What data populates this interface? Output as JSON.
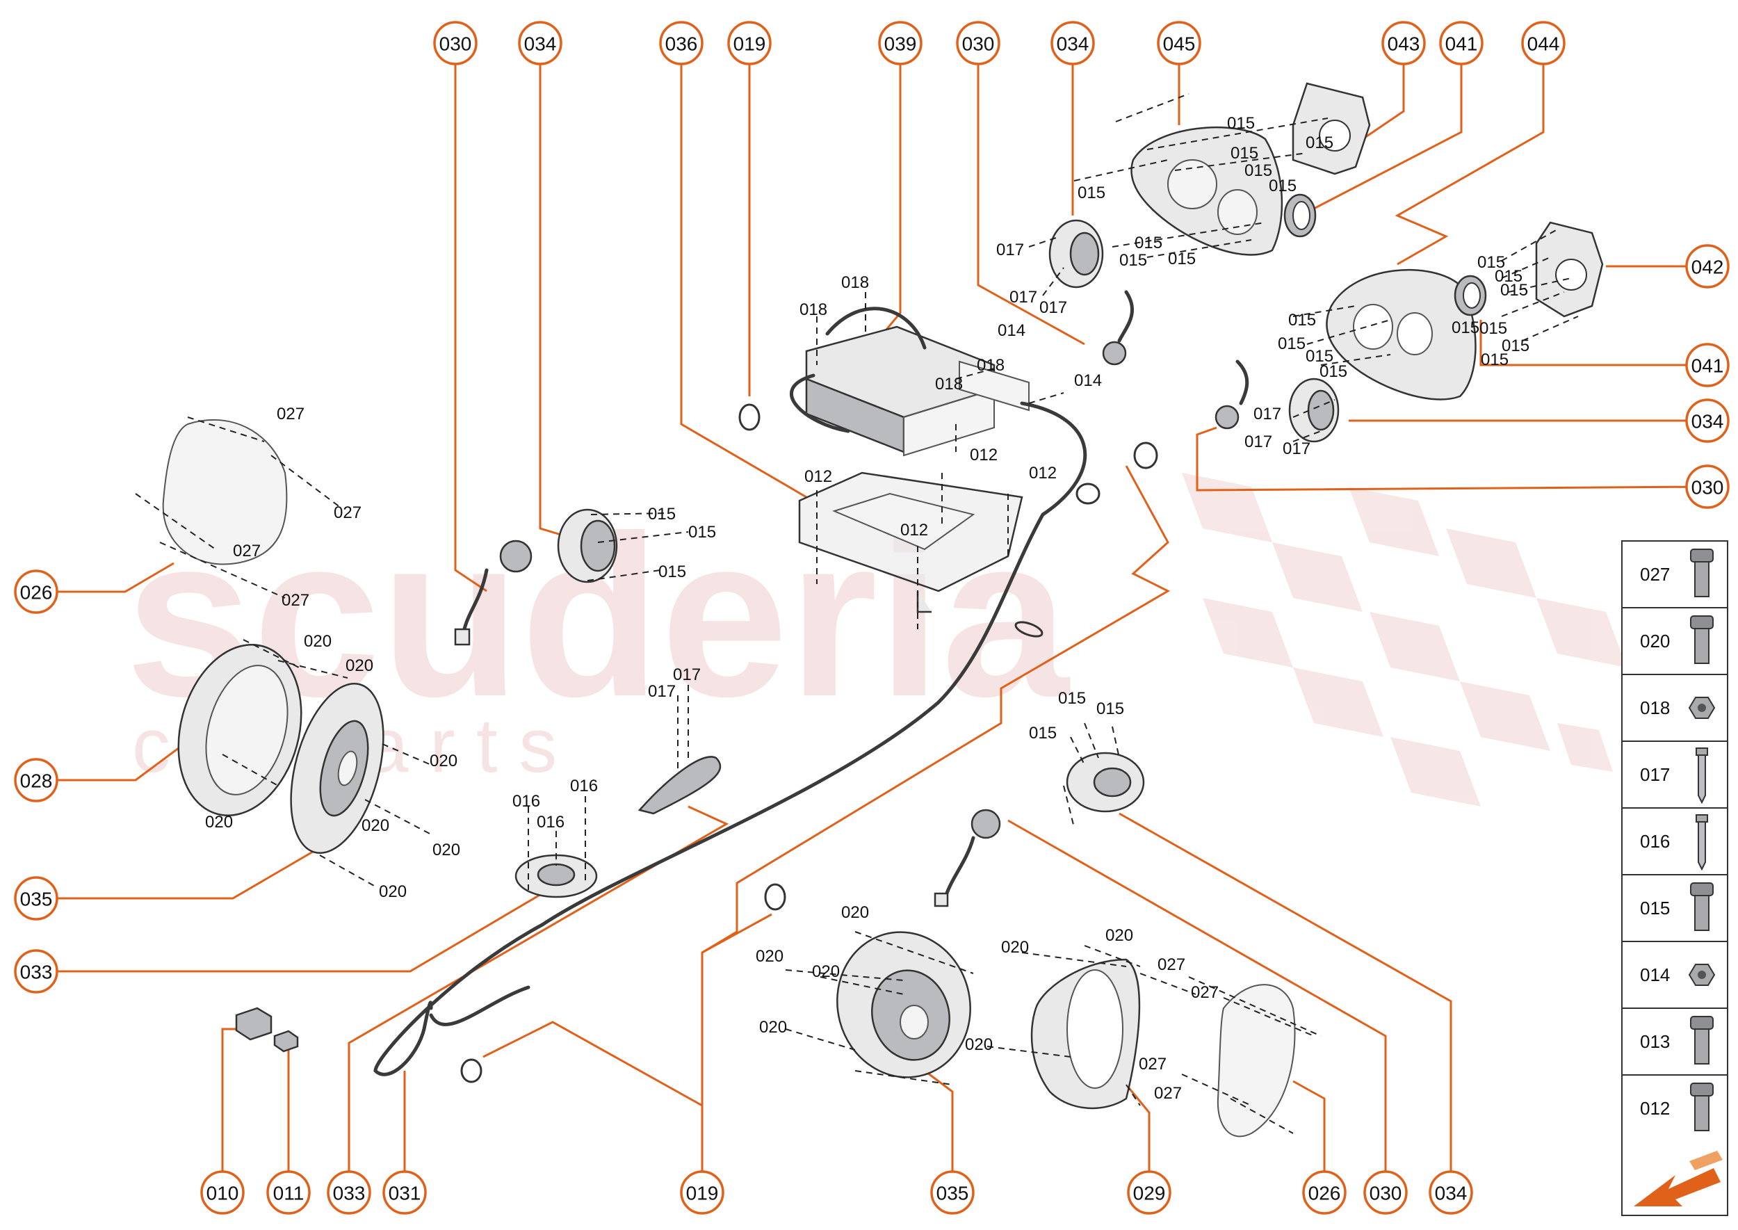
{
  "watermark": {
    "line1": "scuderia",
    "line2": "c a r   p a r t s"
  },
  "callouts": {
    "top": [
      "030",
      "034",
      "036",
      "019",
      "039",
      "030",
      "034",
      "045",
      "043",
      "041",
      "044"
    ],
    "right": [
      "042",
      "041",
      "034",
      "030"
    ],
    "left": [
      "026",
      "028",
      "035",
      "033"
    ],
    "bottom": [
      "010",
      "011",
      "033",
      "031",
      "019",
      "035",
      "029",
      "026",
      "030",
      "034"
    ]
  },
  "part_labels": {
    "amp": [
      "018",
      "018",
      "014",
      "018",
      "018",
      "014"
    ],
    "bracket": [
      "012",
      "012",
      "012",
      "012"
    ],
    "cover_left": [
      "027",
      "027",
      "027",
      "027"
    ],
    "ring_left": [
      "020",
      "020",
      "020",
      "020",
      "020",
      "020",
      "020"
    ],
    "tweeter_mid": [
      "015",
      "015",
      "015"
    ],
    "small_spk": [
      "016",
      "016",
      "016"
    ],
    "horn": [
      "017",
      "017"
    ],
    "tweeter_top": [
      "017",
      "017",
      "017"
    ],
    "panel_top": [
      "015",
      "015",
      "015",
      "015",
      "015",
      "015",
      "015",
      "015"
    ],
    "panel_right": [
      "015",
      "015",
      "015",
      "015",
      "015",
      "015",
      "015",
      "015",
      "015",
      "015",
      "015"
    ],
    "tweeter_right": [
      "017",
      "017",
      "017"
    ],
    "spk_center": [
      "015",
      "015",
      "015"
    ],
    "woofer_bottom": [
      "020",
      "020",
      "020",
      "020",
      "020"
    ],
    "ring_bottom": [
      "020",
      "020"
    ],
    "cover_bottom": [
      "027",
      "027",
      "027",
      "027"
    ]
  },
  "legend": {
    "items": [
      "027",
      "020",
      "018",
      "017",
      "016",
      "015",
      "014",
      "013",
      "012"
    ],
    "icon_names": [
      "bolt-icon",
      "bolt-icon",
      "nut-icon",
      "screw-icon",
      "screw-icon",
      "bolt-icon",
      "nut-icon",
      "bolt-icon",
      "bolt-icon"
    ]
  },
  "colors": {
    "accent": "#e0611a",
    "watermark": "#f0cfcf",
    "outline": "#333333"
  }
}
